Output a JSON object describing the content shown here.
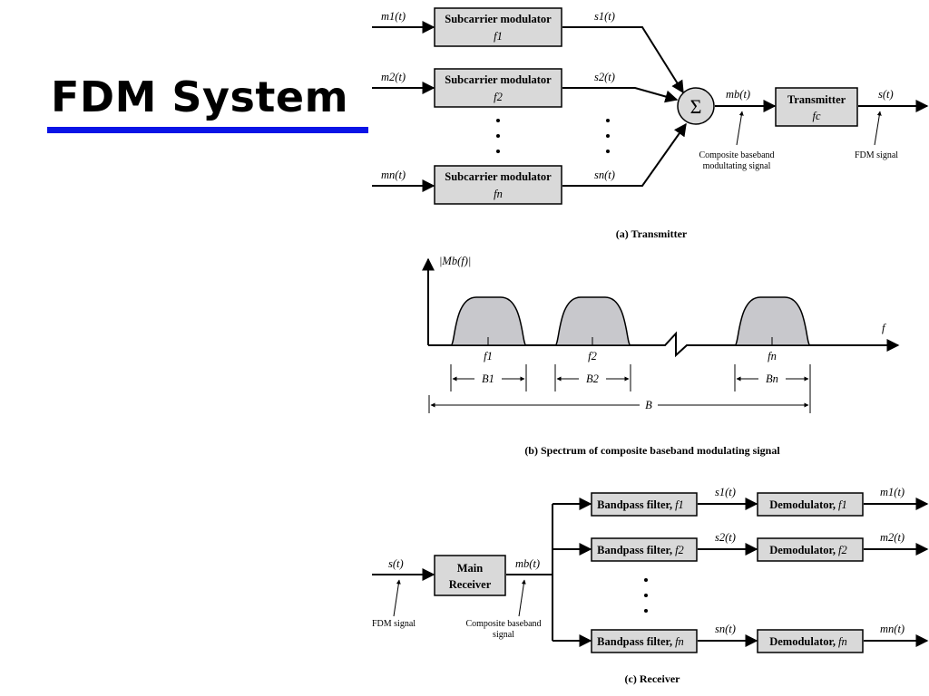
{
  "slide": {
    "title": "FDM System",
    "title_color": "#000000",
    "underline_color": "#0a14e6"
  },
  "colors": {
    "box_fill": "#d9d9d9",
    "spectrum_fill": "#c8c8cc",
    "line": "#000000"
  },
  "transmitter": {
    "inputs": [
      "m1(t)",
      "m2(t)",
      "mn(t)"
    ],
    "modulators": [
      {
        "label": "Subcarrier modulator",
        "freq": "f1"
      },
      {
        "label": "Subcarrier modulator",
        "freq": "f2"
      },
      {
        "label": "Subcarrier modulator",
        "freq": "fn"
      }
    ],
    "outputs": [
      "s1(t)",
      "s2(t)",
      "sn(t)"
    ],
    "sum_symbol": "Σ",
    "baseband_signal": "mb(t)",
    "transmitter_box": {
      "label": "Transmitter",
      "freq": "fc"
    },
    "output_signal": "s(t)",
    "note_composite": [
      "Composite baseband",
      "modultating signal"
    ],
    "note_fdm": "FDM signal",
    "caption": "(a) Transmitter"
  },
  "spectrum": {
    "ylabel": "|Mb(f)|",
    "xlabel": "f",
    "centers": [
      "f1",
      "f2",
      "fn"
    ],
    "bandwidths": [
      "B1",
      "B2",
      "Bn"
    ],
    "total": "B",
    "caption": "(b) Spectrum of composite baseband modulating signal"
  },
  "receiver": {
    "input_signal": "s(t)",
    "main_box": [
      "Main",
      "Receiver"
    ],
    "baseband_signal": "mb(t)",
    "filters": [
      {
        "label": "Bandpass filter,",
        "freq": "f1"
      },
      {
        "label": "Bandpass filter,",
        "freq": "f2"
      },
      {
        "label": "Bandpass filter,",
        "freq": "fn"
      }
    ],
    "filter_outputs": [
      "s1(t)",
      "s2(t)",
      "sn(t)"
    ],
    "demodulators": [
      {
        "label": "Demodulator,",
        "freq": "f1"
      },
      {
        "label": "Demodulator,",
        "freq": "f2"
      },
      {
        "label": "Demodulator,",
        "freq": "fn"
      }
    ],
    "outputs": [
      "m1(t)",
      "m2(t)",
      "mn(t)"
    ],
    "note_fdm": "FDM signal",
    "note_composite": [
      "Composite baseband",
      "signal"
    ],
    "caption": "(c) Receiver"
  }
}
